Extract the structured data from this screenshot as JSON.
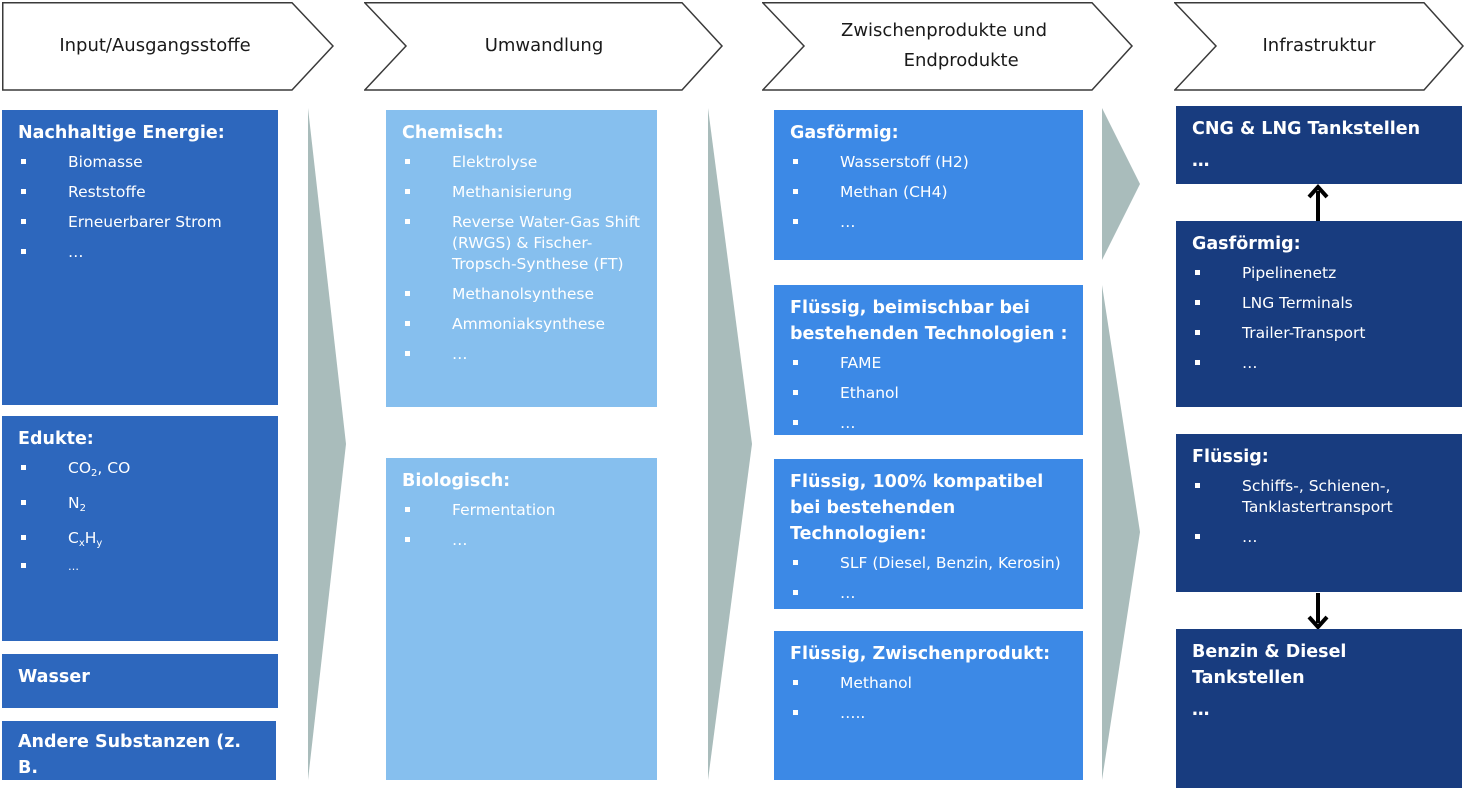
{
  "headers": [
    {
      "label": "Input/Ausgangsstoffe"
    },
    {
      "label": "Umwandlung"
    },
    {
      "label": "Zwischenprodukte und\n      Endprodukte"
    },
    {
      "label": "Infrastruktur"
    }
  ],
  "input": {
    "energie": {
      "title": "Nachhaltige Energie:",
      "items": [
        "Biomasse",
        "Reststoffe",
        "Erneuerbarer Strom",
        "…"
      ]
    },
    "edukte": {
      "title": "Edukte:",
      "co2": "CO",
      "co2_sub": "2",
      "co2_rest": ", CO",
      "n2": "N",
      "n2_sub": "2",
      "cx": "C",
      "cx_sub": "x",
      "hy": "H",
      "hy_sub": "y",
      "more": "…"
    },
    "wasser": {
      "title": "Wasser"
    },
    "andere": {
      "title_1": "Andere Substanzen (z. B.",
      "title_2": "Nährstoffe)"
    }
  },
  "umwandlung": {
    "chemisch": {
      "title": "Chemisch:",
      "items": [
        "Elektrolyse",
        "Methanisierung",
        "Reverse Water-Gas Shift (RWGS) & Fischer-Tropsch-Synthese (FT)",
        "Methanolsynthese",
        "Ammoniaksynthese",
        "…"
      ]
    },
    "biologisch": {
      "title": "Biologisch:",
      "items": [
        "Fermentation",
        "…"
      ]
    }
  },
  "produkte": {
    "gas": {
      "title": "Gasförmig:",
      "items": [
        "Wasserstoff (H2)",
        "Methan (CH4)",
        "…"
      ]
    },
    "beimischbar": {
      "title": "Flüssig, beimischbar bei bestehenden Technologien :",
      "items": [
        "FAME",
        "Ethanol",
        "…"
      ]
    },
    "kompatibel": {
      "title": "Flüssig, 100% kompatibel bei bestehenden Technologien:",
      "items": [
        "SLF (Diesel, Benzin,  Kerosin)",
        "…"
      ]
    },
    "zwischen": {
      "title": "Flüssig, Zwischenprodukt:",
      "items": [
        "Methanol",
        "….."
      ]
    }
  },
  "infra": {
    "cng": {
      "title": "CNG & LNG Tankstellen",
      "more": "…"
    },
    "gas": {
      "title": "Gasförmig:",
      "items": [
        "Pipelinenetz",
        "LNG Terminals",
        "Trailer-Transport",
        "…"
      ]
    },
    "fluessig": {
      "title": "Flüssig:",
      "items": [
        "Schiffs-, Schienen-, Tanklastertransport",
        "…"
      ]
    },
    "benzin": {
      "title": "Benzin & Diesel Tankstellen",
      "more": "…"
    }
  },
  "colors": {
    "input": "#2d67bd",
    "umwandlung": "#86bfee",
    "produkte": "#3c89e6",
    "infra": "#183c7f",
    "arrow": "#a9bcbb",
    "outline": "#3a3a3a"
  }
}
